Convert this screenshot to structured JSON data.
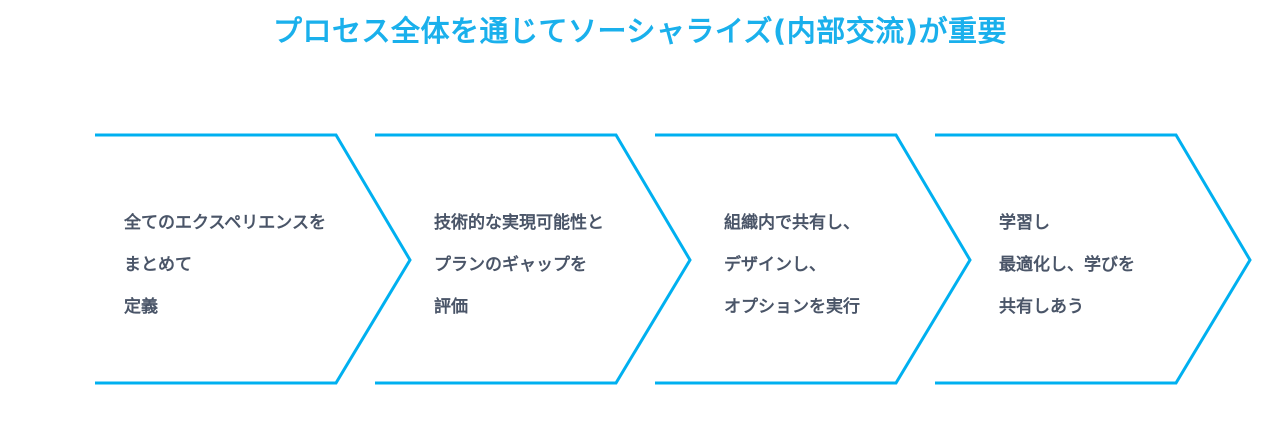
{
  "title": "プロセス全体を通じてソーシャライズ(内部交流)が重要",
  "accent_color": "#00b0f0",
  "steps": [
    {
      "lines": [
        "全てのエクスペリエンスを",
        "まとめて",
        "定義"
      ]
    },
    {
      "lines": [
        "技術的な実現可能性と",
        "プランのギャップを",
        "評価"
      ]
    },
    {
      "lines": [
        "組織内で共有し、",
        "デザインし、",
        "オプションを実行"
      ]
    },
    {
      "lines": [
        "学習し",
        "最適化し、学びを",
        "共有しあう"
      ]
    }
  ]
}
